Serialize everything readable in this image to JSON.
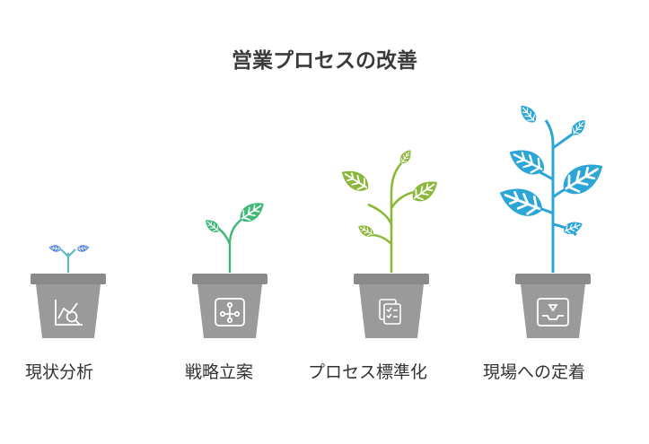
{
  "title": "営業プロセスの改善",
  "stages": [
    {
      "label": "現状分析",
      "icon": "magnifier-chart-icon",
      "leaf_color": "#4a7fd6"
    },
    {
      "label": "戦略立案",
      "icon": "strategy-flow-icon",
      "leaf_color": "#3fb878"
    },
    {
      "label": "プロセス標準化",
      "icon": "document-checklist-icon",
      "leaf_color": "#8bb83a"
    },
    {
      "label": "現場への定着",
      "icon": "inbox-tray-icon",
      "leaf_color": "#2ba6d6"
    }
  ],
  "colors": {
    "pot": "#9a9a9a",
    "pot_rim": "#8a8a8a",
    "title": "#3a3a3a"
  }
}
